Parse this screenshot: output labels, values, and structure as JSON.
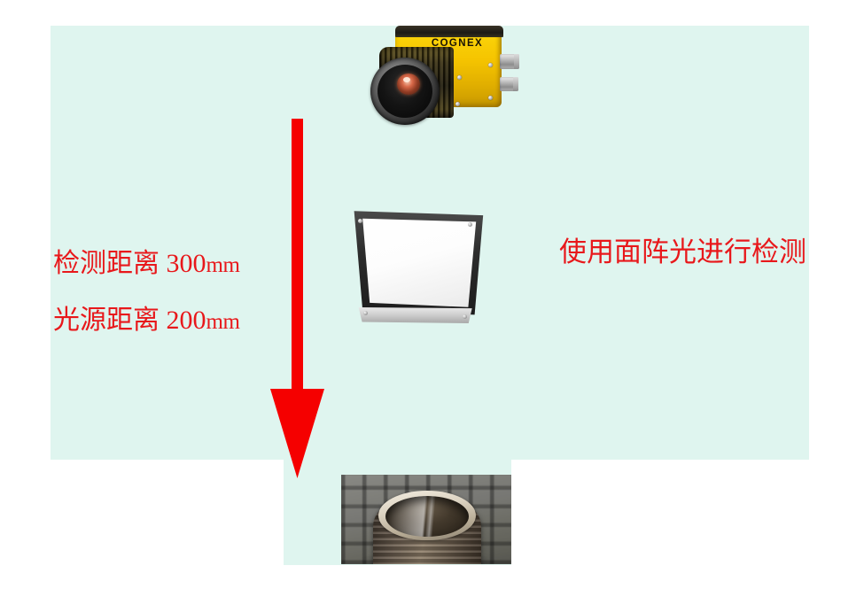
{
  "page": {
    "background_color": "#ffffff",
    "panel_color": "#dff5ef",
    "annotation_color": "#e8181b"
  },
  "annotations": {
    "detect_distance_label": "检测距离",
    "detect_distance_value": "300",
    "detect_distance_unit": "mm",
    "light_distance_label": "光源距离",
    "light_distance_value": "200",
    "light_distance_unit": "mm",
    "method_note": "使用面阵光进行检测"
  },
  "devices": {
    "camera": {
      "brand": "COGNEX",
      "icon": "industrial-vision-camera",
      "body_color": "#f5c400",
      "lens_color": "#211c0c"
    },
    "area_light": {
      "icon": "flat-area-light-panel",
      "frame_color": "#2c2c2c",
      "diffuser_color": "#ffffff"
    },
    "workpiece": {
      "icon": "threaded-metal-bushing-photo"
    },
    "arrow": {
      "icon": "down-arrow",
      "color": "#f50000",
      "direction": "down"
    }
  }
}
